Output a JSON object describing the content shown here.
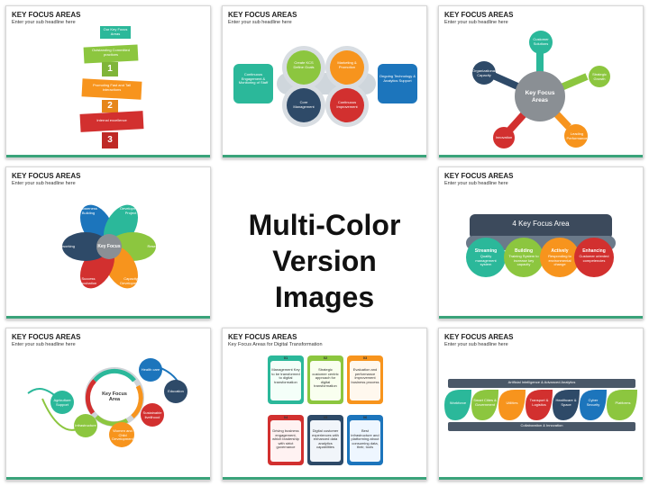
{
  "center": {
    "line1": "Multi-Color",
    "line2": "Version Images"
  },
  "slide_title": "KEY FOCUS AREAS",
  "slide_sub": "Enter your sub headline here",
  "slide8_sub": "Key Focus Areas for Digital Transformation",
  "s1": {
    "top_box": "Our Key Focus Areas",
    "items": [
      "Outstanding Committed practices",
      "Promoting Fast and Tail interactions",
      "Internal excellence"
    ],
    "numbers": [
      "1",
      "2",
      "3"
    ]
  },
  "s2": {
    "left": "Continuous Engagement & Monitoring of Staff",
    "right": "Ongoing Technology & Analytics Support",
    "quads": [
      "Create KCS Define Goals",
      "Marketing & Promotion",
      "Core Management",
      "Continuous Improvement"
    ]
  },
  "s3": {
    "center": "Key Focus Areas",
    "items": [
      "Customer Solutions",
      "Strategic Growth",
      "Leading Performance",
      "Innovation",
      "Organizational Capacity"
    ]
  },
  "s4": {
    "center": "Key Focus",
    "items": [
      "Awareness Building",
      "Development Project",
      "Research",
      "Capacity Development",
      "Success Incubation",
      "Networking"
    ]
  },
  "s6": {
    "header": "4 Key Focus Area",
    "items": [
      {
        "title": "Streaming",
        "desc": "Quality management system"
      },
      {
        "title": "Building",
        "desc": "Training System to increase key capacity"
      },
      {
        "title": "Actively",
        "desc": "Responding to environmental change"
      },
      {
        "title": "Enhancing",
        "desc": "Customer oriented competencies"
      }
    ]
  },
  "s7": {
    "center": "Key Focus Area",
    "items": [
      "Health care",
      "Education",
      "Sustainable livelihood",
      "Women and Child Development",
      "Infrastructure",
      "Agriculture Support"
    ]
  },
  "s8": {
    "cards": [
      {
        "num": "01",
        "text": "Management Key to be transformed to digital transformation"
      },
      {
        "num": "02",
        "text": "Strategic customer centric approach for digital transformation"
      },
      {
        "num": "03",
        "text": "Evaluation and performance improvement business process"
      },
      {
        "num": "04",
        "text": "Driving business engagement, which leadership with strict governance"
      },
      {
        "num": "05",
        "text": "Digital customer experiences with enhanced data analytics capabilities"
      },
      {
        "num": "06",
        "text": "Best infrastructure and platforming about consuming data, their, tools"
      }
    ]
  },
  "s9": {
    "top_bar": "Artificial Intelligence & Advanced Analytics",
    "bottom_bar": "Collaboration & Innovation",
    "items": [
      "Workforce",
      "Smart Cities & Government",
      "Utilities",
      "Transport & Logistics",
      "Healthcare & Space",
      "Cyber Security",
      "Platforms"
    ]
  },
  "colors": {
    "green": "#8cc63f",
    "orange": "#f7941d",
    "red": "#d2302f",
    "blue": "#1c75bc",
    "teal": "#2bb89a",
    "navy": "#2e4a68",
    "darkgreen": "#3aa37a"
  }
}
